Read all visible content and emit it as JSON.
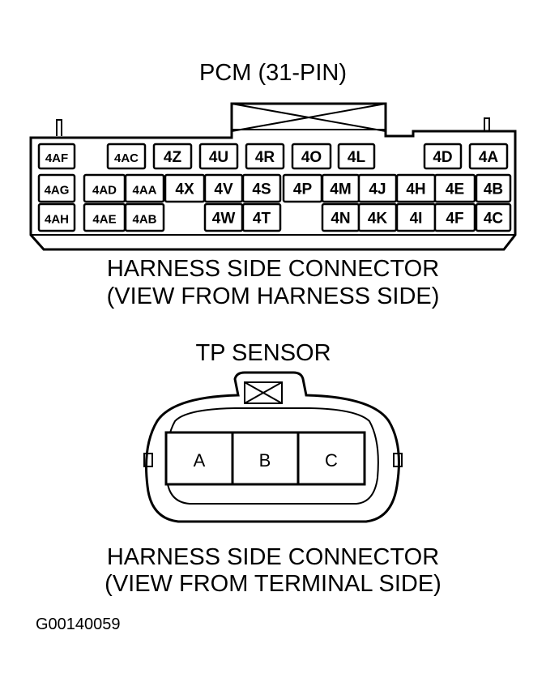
{
  "pcm": {
    "title": "PCM (31-PIN)",
    "caption_line1": "HARNESS SIDE CONNECTOR",
    "caption_line2": "(VIEW FROM HARNESS SIDE)",
    "pins": [
      "4AF",
      "4AC",
      "4Z",
      "4U",
      "4R",
      "4O",
      "4L",
      "4D",
      "4A",
      "4AG",
      "4AD",
      "4AA",
      "4X",
      "4V",
      "4S",
      "4P",
      "4M",
      "4J",
      "4H",
      "4E",
      "4B",
      "4AH",
      "4AE",
      "4AB",
      "4W",
      "4T",
      "4N",
      "4K",
      "4I",
      "4F",
      "4C"
    ]
  },
  "tp_sensor": {
    "title": "TP SENSOR",
    "pins": [
      "A",
      "B",
      "C"
    ],
    "caption_line1": "HARNESS SIDE CONNECTOR",
    "caption_line2": "(VIEW FROM TERMINAL SIDE)"
  },
  "figure_id": "G00140059"
}
